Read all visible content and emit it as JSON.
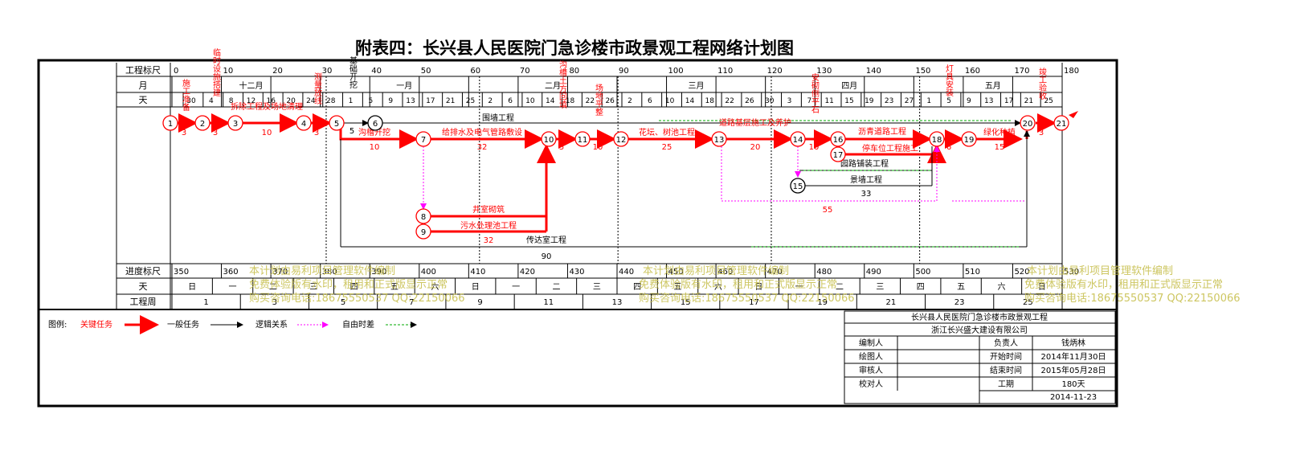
{
  "title": "附表四：长兴县人民医院门急诊楼市政景观工程网络计划图",
  "colors": {
    "critical": "#ff0000",
    "normal": "#000000",
    "logic": "#ff00ff",
    "float": "#00aa00",
    "watermark": "#c8c050"
  },
  "header_rows": {
    "scale_label": "工程标尺",
    "month_label": "月",
    "day_label": "天",
    "scale_ticks": [
      "0",
      "10",
      "20",
      "30",
      "40",
      "50",
      "60",
      "70",
      "80",
      "90",
      "100",
      "110",
      "120",
      "130",
      "140",
      "150",
      "160",
      "170",
      "180"
    ],
    "months": [
      "十二月",
      "一月",
      "二月",
      "三月",
      "四月",
      "五月"
    ],
    "days": [
      "30",
      "4",
      "8",
      "12",
      "16",
      "20",
      "24",
      "28",
      "1",
      "5",
      "9",
      "13",
      "17",
      "21",
      "25",
      "2",
      "6",
      "10",
      "14",
      "18",
      "22",
      "26",
      "2",
      "6",
      "10",
      "14",
      "18",
      "22",
      "26",
      "30",
      "3",
      "7",
      "11",
      "15",
      "19",
      "23",
      "27",
      "1",
      "5",
      "9",
      "13",
      "17",
      "21",
      "25"
    ]
  },
  "footer_rows": {
    "progress_label": "进度标尺",
    "day_label": "天",
    "week_label": "工程周",
    "progress_ticks": [
      "350",
      "360",
      "370",
      "380",
      "390",
      "400",
      "410",
      "420",
      "430",
      "440",
      "450",
      "460",
      "470",
      "480",
      "490",
      "500",
      "510",
      "520",
      "530"
    ],
    "weekdays": [
      "日",
      "一",
      "二",
      "三",
      "四",
      "五",
      "六",
      "日",
      "一",
      "二",
      "三",
      "四",
      "五",
      "六",
      "日",
      "一",
      "二",
      "三",
      "四",
      "五",
      "六",
      "日"
    ],
    "weeks": [
      "1",
      "3",
      "5",
      "7",
      "9",
      "11",
      "13",
      "15",
      "17",
      "19",
      "21",
      "23",
      "25"
    ]
  },
  "nodes": [
    "1",
    "2",
    "3",
    "4",
    "5",
    "6",
    "7",
    "8",
    "9",
    "10",
    "11",
    "12",
    "13",
    "14",
    "15",
    "16",
    "17",
    "18",
    "19",
    "20",
    "21"
  ],
  "tasks": {
    "t1": {
      "name": "施工准备",
      "dur": "3"
    },
    "t2": {
      "name": "临时设施搭建",
      "dur": "3"
    },
    "t3": {
      "name": "拆除工程及场地清理",
      "dur": "10"
    },
    "t4": {
      "name": "测量放线",
      "dur": "3"
    },
    "t5": {
      "name": "围墙工程",
      "dur": "5"
    },
    "t5b": {
      "name": "基础开挖"
    },
    "t6": {
      "name": "沟槽开挖",
      "dur": "10"
    },
    "t7": {
      "name": "给排水及电气管路敷设",
      "dur": "32"
    },
    "t8": {
      "name": "井室砌筑"
    },
    "t9": {
      "name": "污水处理池工程",
      "dur": "32"
    },
    "t10": {
      "name": "沟槽土方回填",
      "dur": "5"
    },
    "t11": {
      "name": "场地平整",
      "dur": "10"
    },
    "t12": {
      "name": "花坛、树池工程",
      "dur": "25"
    },
    "t13": {
      "name": "道路基层施工及养护",
      "dur": "20"
    },
    "t14": {
      "name": "安砌侧平石",
      "dur": "10"
    },
    "t15": {
      "name": "沥青道路工程"
    },
    "t16": {
      "name": "停车位工程施工"
    },
    "t17": {
      "name": "园路铺装工程"
    },
    "t18": {
      "name": "景墙工程",
      "dur": "33"
    },
    "t19": {
      "name": "灯具安装",
      "dur": "6"
    },
    "t20": {
      "name": "绿化种植",
      "dur": "15"
    },
    "t21": {
      "name": "竣工验收",
      "dur": "3"
    },
    "t22": {
      "name": "传达室工程",
      "dur": "90"
    },
    "float55": "55"
  },
  "watermark": {
    "line1": "本计划由易利项目管理软件编制",
    "line2": "免费体验版有水印，租用和正式版显示正常",
    "line3": "购买咨询电话:18675550537 QQ:22150066"
  },
  "legend": {
    "label": "图例:",
    "critical": "关键任务",
    "normal": "一般任务",
    "logic": "逻辑关系",
    "float": "自由时差"
  },
  "info_table": {
    "project": "长兴县人民医院门急诊楼市政景观工程",
    "company": "浙江长兴盛大建设有限公司",
    "editor_label": "编制人",
    "manager_label": "负责人",
    "manager": "钱炳林",
    "drawer_label": "绘图人",
    "start_label": "开始时间",
    "start": "2014年11月30日",
    "reviewer_label": "审核人",
    "end_label": "结束时间",
    "end": "2015年05月28日",
    "checker_label": "校对人",
    "duration_label": "工期",
    "duration": "180天",
    "date": "2014-11-23"
  }
}
